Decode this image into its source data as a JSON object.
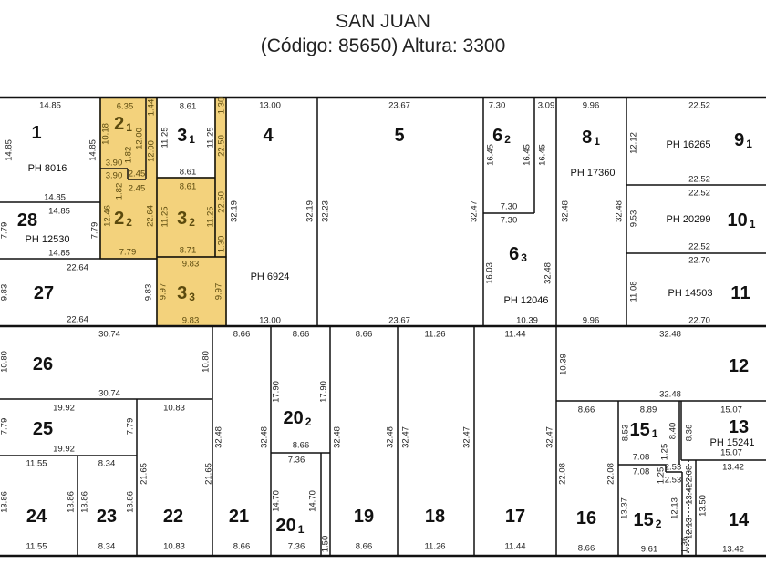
{
  "header": {
    "street": "SAN JUAN",
    "subtitle": "(Código: 85650) Altura: 3300"
  },
  "colors": {
    "highlight": "#f3d27c",
    "line": "#111111"
  },
  "parcels": {
    "p1": {
      "num": "1",
      "ph": "PH 8016",
      "dims": [
        "14.85",
        "14.85",
        "14.85",
        "14.85"
      ]
    },
    "p28": {
      "num": "28",
      "ph": "PH 12530",
      "dims": [
        "14.85",
        "7.79",
        "7.79",
        "14.85"
      ]
    },
    "p27": {
      "num": "27",
      "dims": [
        "22.64",
        "9.83",
        "9.83",
        "22.64"
      ]
    },
    "p2_1": {
      "num": "2",
      "sub": "1",
      "dims": [
        "6.35",
        "1.44",
        "10.18",
        "12.00",
        "1.82",
        "12.00",
        "3.90"
      ]
    },
    "p2_2": {
      "num": "2",
      "sub": "2",
      "dims": [
        "3.90",
        "2.45",
        "1.82",
        "2.45",
        "12.46",
        "22.64",
        "7.79"
      ]
    },
    "p3_1": {
      "num": "3",
      "sub": "1",
      "dims": [
        "8.61",
        "11.25",
        "11.25",
        "8.61"
      ]
    },
    "strip3": {
      "dims": [
        "1.30",
        "22.50",
        "22.50",
        "1.30"
      ]
    },
    "p3_2": {
      "num": "3",
      "sub": "2",
      "dims": [
        "8.61",
        "11.25",
        "11.25",
        "8.71"
      ]
    },
    "p3_3": {
      "num": "3",
      "sub": "3",
      "dims": [
        "9.83",
        "9.97",
        "9.97",
        "9.83"
      ]
    },
    "p4": {
      "num": "4",
      "ph": "PH 6924",
      "dims": [
        "13.00",
        "32.19",
        "32.19",
        "13.00"
      ]
    },
    "p5": {
      "num": "5",
      "dims": [
        "23.67",
        "32.23",
        "23.67"
      ]
    },
    "p6_2": {
      "num": "6",
      "sub": "2",
      "dims": [
        "7.30",
        "3.09",
        "16.45",
        "16.45",
        "16.45",
        "7.30"
      ]
    },
    "p6_3": {
      "num": "6",
      "sub": "3",
      "ph": "PH 12046",
      "dims": [
        "32.47",
        "7.30",
        "16.03",
        "32.48",
        "10.39"
      ]
    },
    "p8_1": {
      "num": "8",
      "sub": "1",
      "ph": "PH 17360",
      "dims": [
        "9.96",
        "32.48",
        "32.48",
        "9.96"
      ]
    },
    "p9_1": {
      "num": "9",
      "sub": "1",
      "ph": "PH 16265",
      "dims": [
        "22.52",
        "12.12",
        "22.52"
      ]
    },
    "p10_1": {
      "num": "10",
      "sub": "1",
      "ph": "PH 20299",
      "dims": [
        "22.52",
        "9.53",
        "22.52"
      ]
    },
    "p11": {
      "num": "11",
      "ph": "PH 14503",
      "dims": [
        "22.70",
        "11.08",
        "22.70"
      ]
    },
    "p26": {
      "num": "26",
      "dims": [
        "30.74",
        "10.80",
        "10.80",
        "30.74"
      ]
    },
    "p25": {
      "num": "25",
      "dims": [
        "19.92",
        "7.79",
        "7.79",
        "19.92"
      ]
    },
    "p24": {
      "num": "24",
      "dims": [
        "11.55",
        "13.86",
        "13.86",
        "11.55"
      ]
    },
    "p23": {
      "num": "23",
      "dims": [
        "8.34",
        "13.86",
        "13.86",
        "8.34"
      ]
    },
    "p22": {
      "num": "22",
      "dims": [
        "10.83",
        "21.65",
        "21.65",
        "10.83"
      ]
    },
    "p21": {
      "num": "21",
      "dims": [
        "8.66",
        "32.48",
        "32.48",
        "8.66"
      ]
    },
    "p20_2": {
      "num": "20",
      "sub": "2",
      "dims": [
        "8.66",
        "17.90",
        "17.90",
        "8.66"
      ]
    },
    "p20_1": {
      "num": "20",
      "sub": "1",
      "dims": [
        "7.36",
        "14.70",
        "14.70",
        "1.50",
        "7.36"
      ]
    },
    "p19": {
      "num": "19",
      "dims": [
        "8.66",
        "32.48",
        "32.48",
        "8.66"
      ]
    },
    "p18": {
      "num": "18",
      "dims": [
        "11.26",
        "32.47",
        "32.47",
        "11.26"
      ]
    },
    "p17": {
      "num": "17",
      "dims": [
        "11.44",
        "32.47",
        "11.44"
      ]
    },
    "p12": {
      "num": "12",
      "dims": [
        "32.48",
        "10.39",
        "32.48"
      ]
    },
    "p16": {
      "num": "16",
      "dims": [
        "8.66",
        "22.08",
        "22.08",
        "8.66"
      ]
    },
    "p15_1": {
      "num": "15",
      "sub": "1",
      "dims": [
        "8.89",
        "8.53",
        "8.40",
        "7.08",
        "1.25"
      ]
    },
    "p13": {
      "num": "13",
      "ph": "PH 15241",
      "dims": [
        "15.07",
        "8.36",
        "15.07"
      ]
    },
    "p15_2": {
      "num": "15",
      "sub": "2",
      "dims": [
        "7.08",
        "1.25",
        "2.53",
        "2.53",
        "13.37",
        "12.13",
        "9.61",
        "1.36"
      ]
    },
    "strip14": {
      "dims": [
        "2.08",
        "13.42",
        "12.13"
      ]
    },
    "p14": {
      "num": "14",
      "dims": [
        "13.42",
        "13.50",
        "13.42"
      ]
    }
  }
}
